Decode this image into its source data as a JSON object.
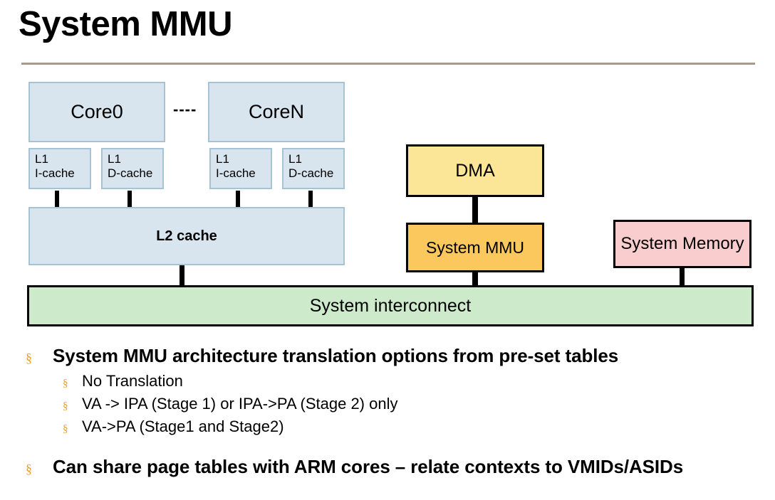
{
  "slide": {
    "title": "System MMU",
    "rule_color": "#a79a8d"
  },
  "diagram": {
    "core_link_label": "----",
    "cores": [
      {
        "label": "Core0"
      },
      {
        "label": "CoreN"
      }
    ],
    "l1_caches": [
      {
        "line1": "L1",
        "line2": "I-cache"
      },
      {
        "line1": "L1",
        "line2": "D-cache"
      },
      {
        "line1": "L1",
        "line2": "I-cache"
      },
      {
        "line1": "L1",
        "line2": "D-cache"
      }
    ],
    "l2_cache": {
      "label": "L2 cache"
    },
    "dma": {
      "label": "DMA"
    },
    "system_mmu": {
      "label": "System MMU"
    },
    "system_memory": {
      "label": "System Memory"
    },
    "interconnect": {
      "label": "System  interconnect"
    },
    "colors": {
      "core_fill": "#d8e4ee",
      "core_border": "#a6c3d6",
      "dma_fill": "#fbe697",
      "mmu_fill": "#fac85c",
      "memory_fill": "#f9ccce",
      "interconnect_fill": "#cdeacb",
      "connector": "#000000"
    }
  },
  "bullets": {
    "mark": "§",
    "mark_color": "#ef9b28",
    "items": [
      {
        "level": 1,
        "text": "System MMU architecture translation options from pre-set tables"
      },
      {
        "level": 2,
        "text": "No Translation"
      },
      {
        "level": 2,
        "text": "VA -> IPA (Stage 1) or  IPA->PA (Stage 2) only"
      },
      {
        "level": 2,
        "text": "VA->PA    (Stage1 and Stage2)"
      },
      {
        "level": 1,
        "text": "Can share page tables with ARM cores – relate contexts to VMIDs/ASIDs"
      }
    ]
  }
}
